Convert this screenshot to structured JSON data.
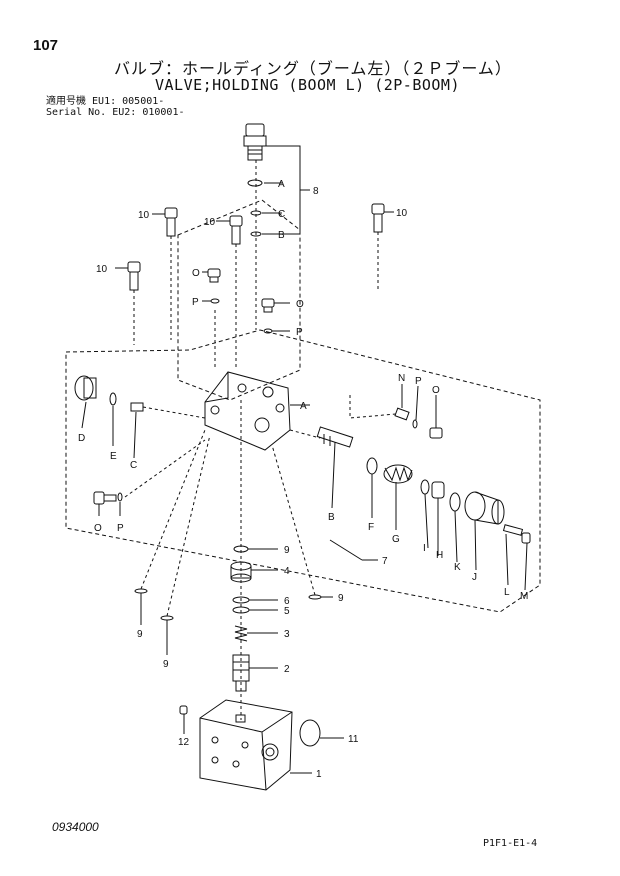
{
  "header": {
    "page_number": "107",
    "title_jp": "バルブ：ホールディング（ブーム左）（２Ｐブーム）",
    "title_en": "VALVE;HOLDING (BOOM L) (2P-BOOM)",
    "serial_label_jp": "適用号機",
    "serial_label_en": "Serial No.",
    "serial_eu1": "EU1: 005001-",
    "serial_eu2": "EU2: 010001-"
  },
  "footer": {
    "drawing_number": "0934000",
    "figure_code": "P1F1-E1-4"
  },
  "callouts": {
    "n1": "1",
    "n2": "2",
    "n3": "3",
    "n4": "4",
    "n5": "5",
    "n6": "6",
    "n7": "7",
    "n8": "8",
    "n9a": "9",
    "n9b": "9",
    "n9c": "9",
    "n9d": "9",
    "n10a": "10",
    "n10b": "10",
    "n10c": "10",
    "n10d": "10",
    "n11": "11",
    "n12": "12",
    "A1": "A",
    "A2": "A",
    "B1": "B",
    "B2": "B",
    "C1": "C",
    "C2": "C",
    "D": "D",
    "E": "E",
    "F": "F",
    "G": "G",
    "H": "H",
    "I": "I",
    "J": "J",
    "K": "K",
    "L": "L",
    "M": "M",
    "N": "N",
    "O1": "O",
    "O2": "O",
    "O3": "O",
    "O4": "O",
    "P1": "P",
    "P2": "P",
    "P3": "P",
    "P4": "P"
  }
}
